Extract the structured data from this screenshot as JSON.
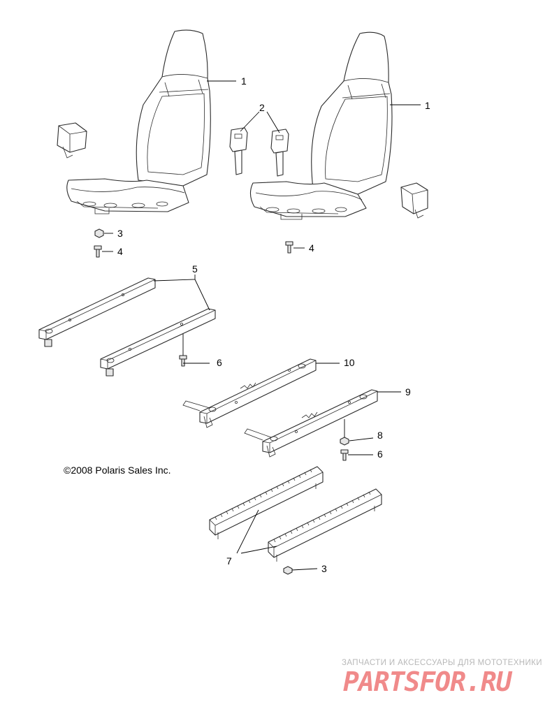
{
  "callouts": {
    "c1a": "1",
    "c1b": "1",
    "c2": "2",
    "c3a": "3",
    "c4a": "4",
    "c4b": "4",
    "c5": "5",
    "c6a": "6",
    "c10": "10",
    "c9": "9",
    "c8": "8",
    "c6b": "6",
    "c7": "7",
    "c3b": "3"
  },
  "copyright": "©2008 Polaris Sales Inc.",
  "watermark": {
    "tagline": "ЗАПЧАСТИ И АКСЕССУАРЫ ДЛЯ МОТОТЕХНИКИ",
    "logo": "PARTSFOR.RU"
  },
  "colors": {
    "line": "#2a2a2a",
    "watermark_logo": "#f08a8a",
    "watermark_tagline": "#b8b8b8"
  }
}
